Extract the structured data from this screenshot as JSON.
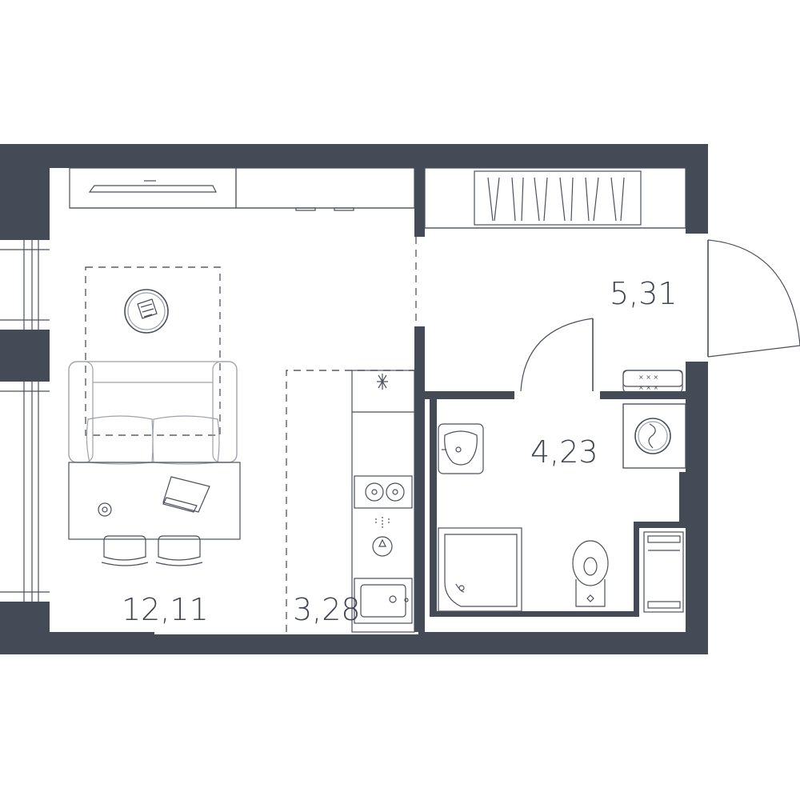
{
  "floor_plan": {
    "rooms": [
      {
        "id": "living-room",
        "area": "12,11"
      },
      {
        "id": "kitchen",
        "area": "3,28"
      },
      {
        "id": "hallway",
        "area": "5,31"
      },
      {
        "id": "bathroom",
        "area": "4,23"
      }
    ],
    "colors": {
      "walls": "#454a57",
      "lines": "#4a4f5c",
      "text": "#3f4552",
      "background": "#ffffff"
    }
  }
}
